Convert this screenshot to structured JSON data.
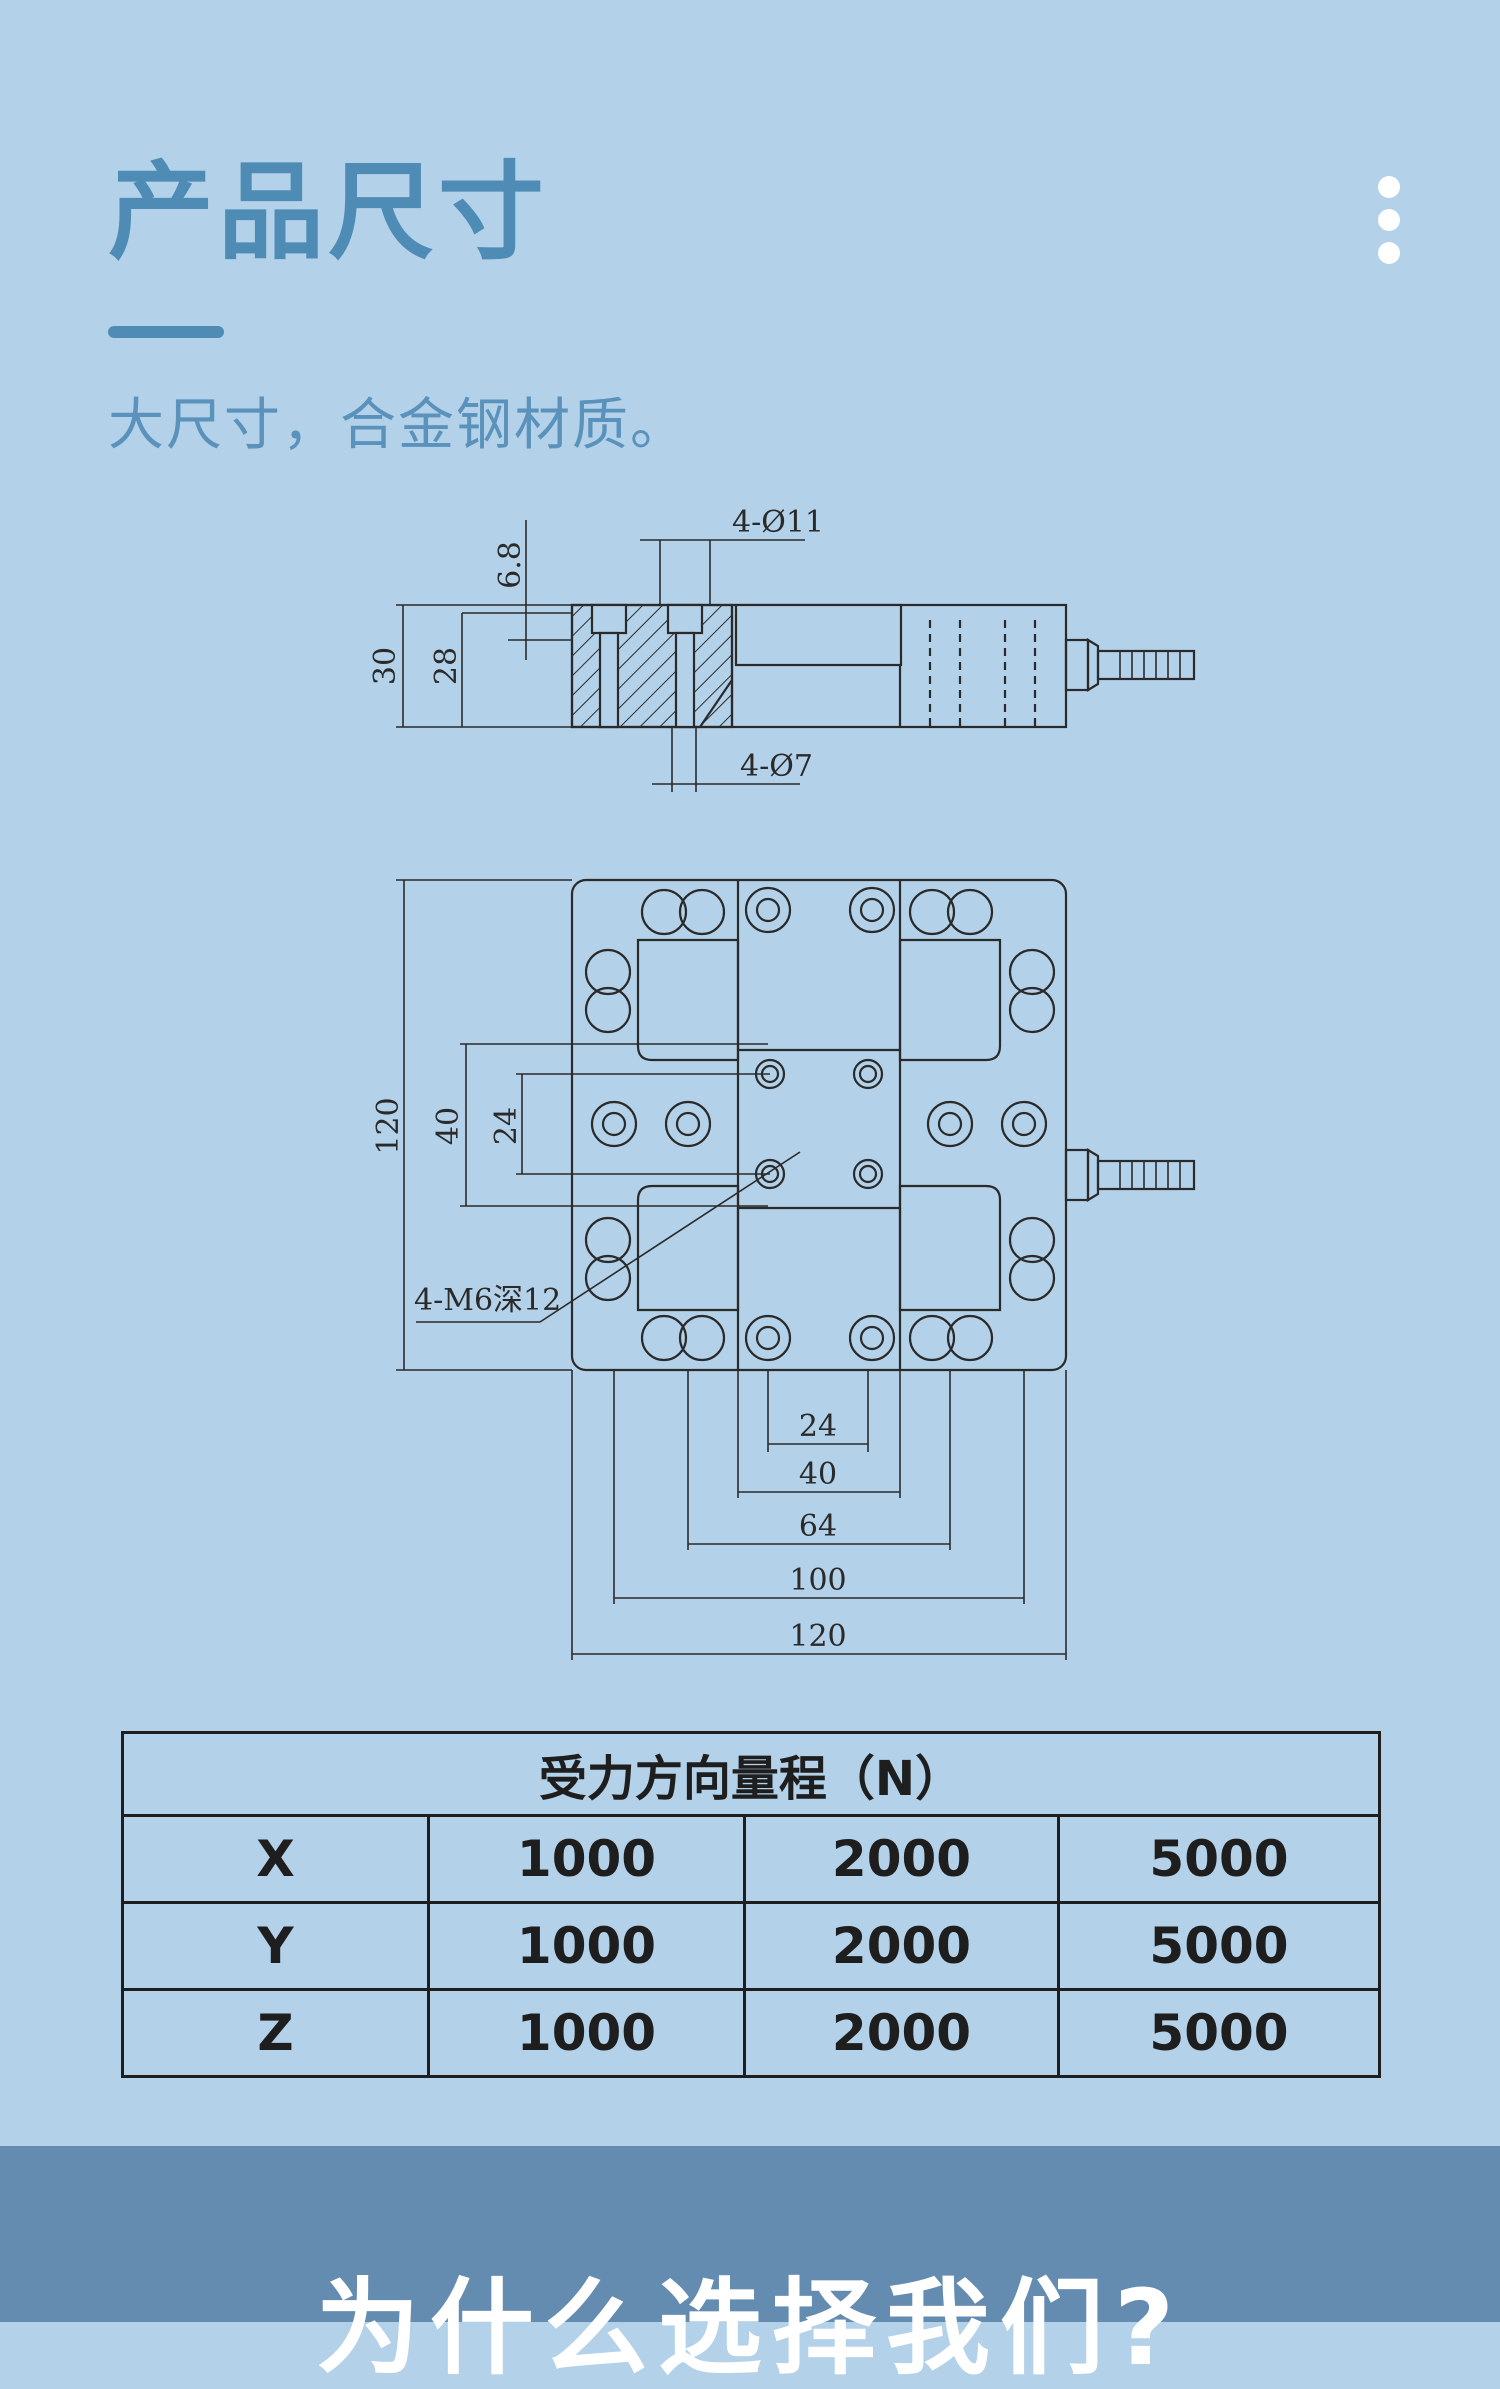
{
  "header": {
    "title": "产品尺寸",
    "subtitle": "大尺寸，合金钢材质。",
    "more_icon": "more-vertical-icon"
  },
  "drawing": {
    "side_view": {
      "hole_top": "4-Ø11",
      "hole_bottom": "4-Ø7",
      "dim_top_offset": "6.8",
      "dim_height_total": "30",
      "dim_height_body": "28"
    },
    "top_view": {
      "dim_height": "120",
      "dim_40": "40",
      "dim_24": "24",
      "thread_label": "4-M6深12",
      "bottom_dims": [
        "24",
        "40",
        "64",
        "100",
        "120"
      ]
    }
  },
  "spec_table": {
    "header": "受力方向量程（N）",
    "rows": [
      {
        "axis": "X",
        "values": [
          "1000",
          "2000",
          "5000"
        ]
      },
      {
        "axis": "Y",
        "values": [
          "1000",
          "2000",
          "5000"
        ]
      },
      {
        "axis": "Z",
        "values": [
          "1000",
          "2000",
          "5000"
        ]
      }
    ]
  },
  "footer": {
    "title": "为什么选择我们?"
  },
  "colors": {
    "background": "#b3d1e9",
    "accent": "#4f8cb5",
    "band": "#648bb0",
    "line": "#2a2a2a"
  }
}
